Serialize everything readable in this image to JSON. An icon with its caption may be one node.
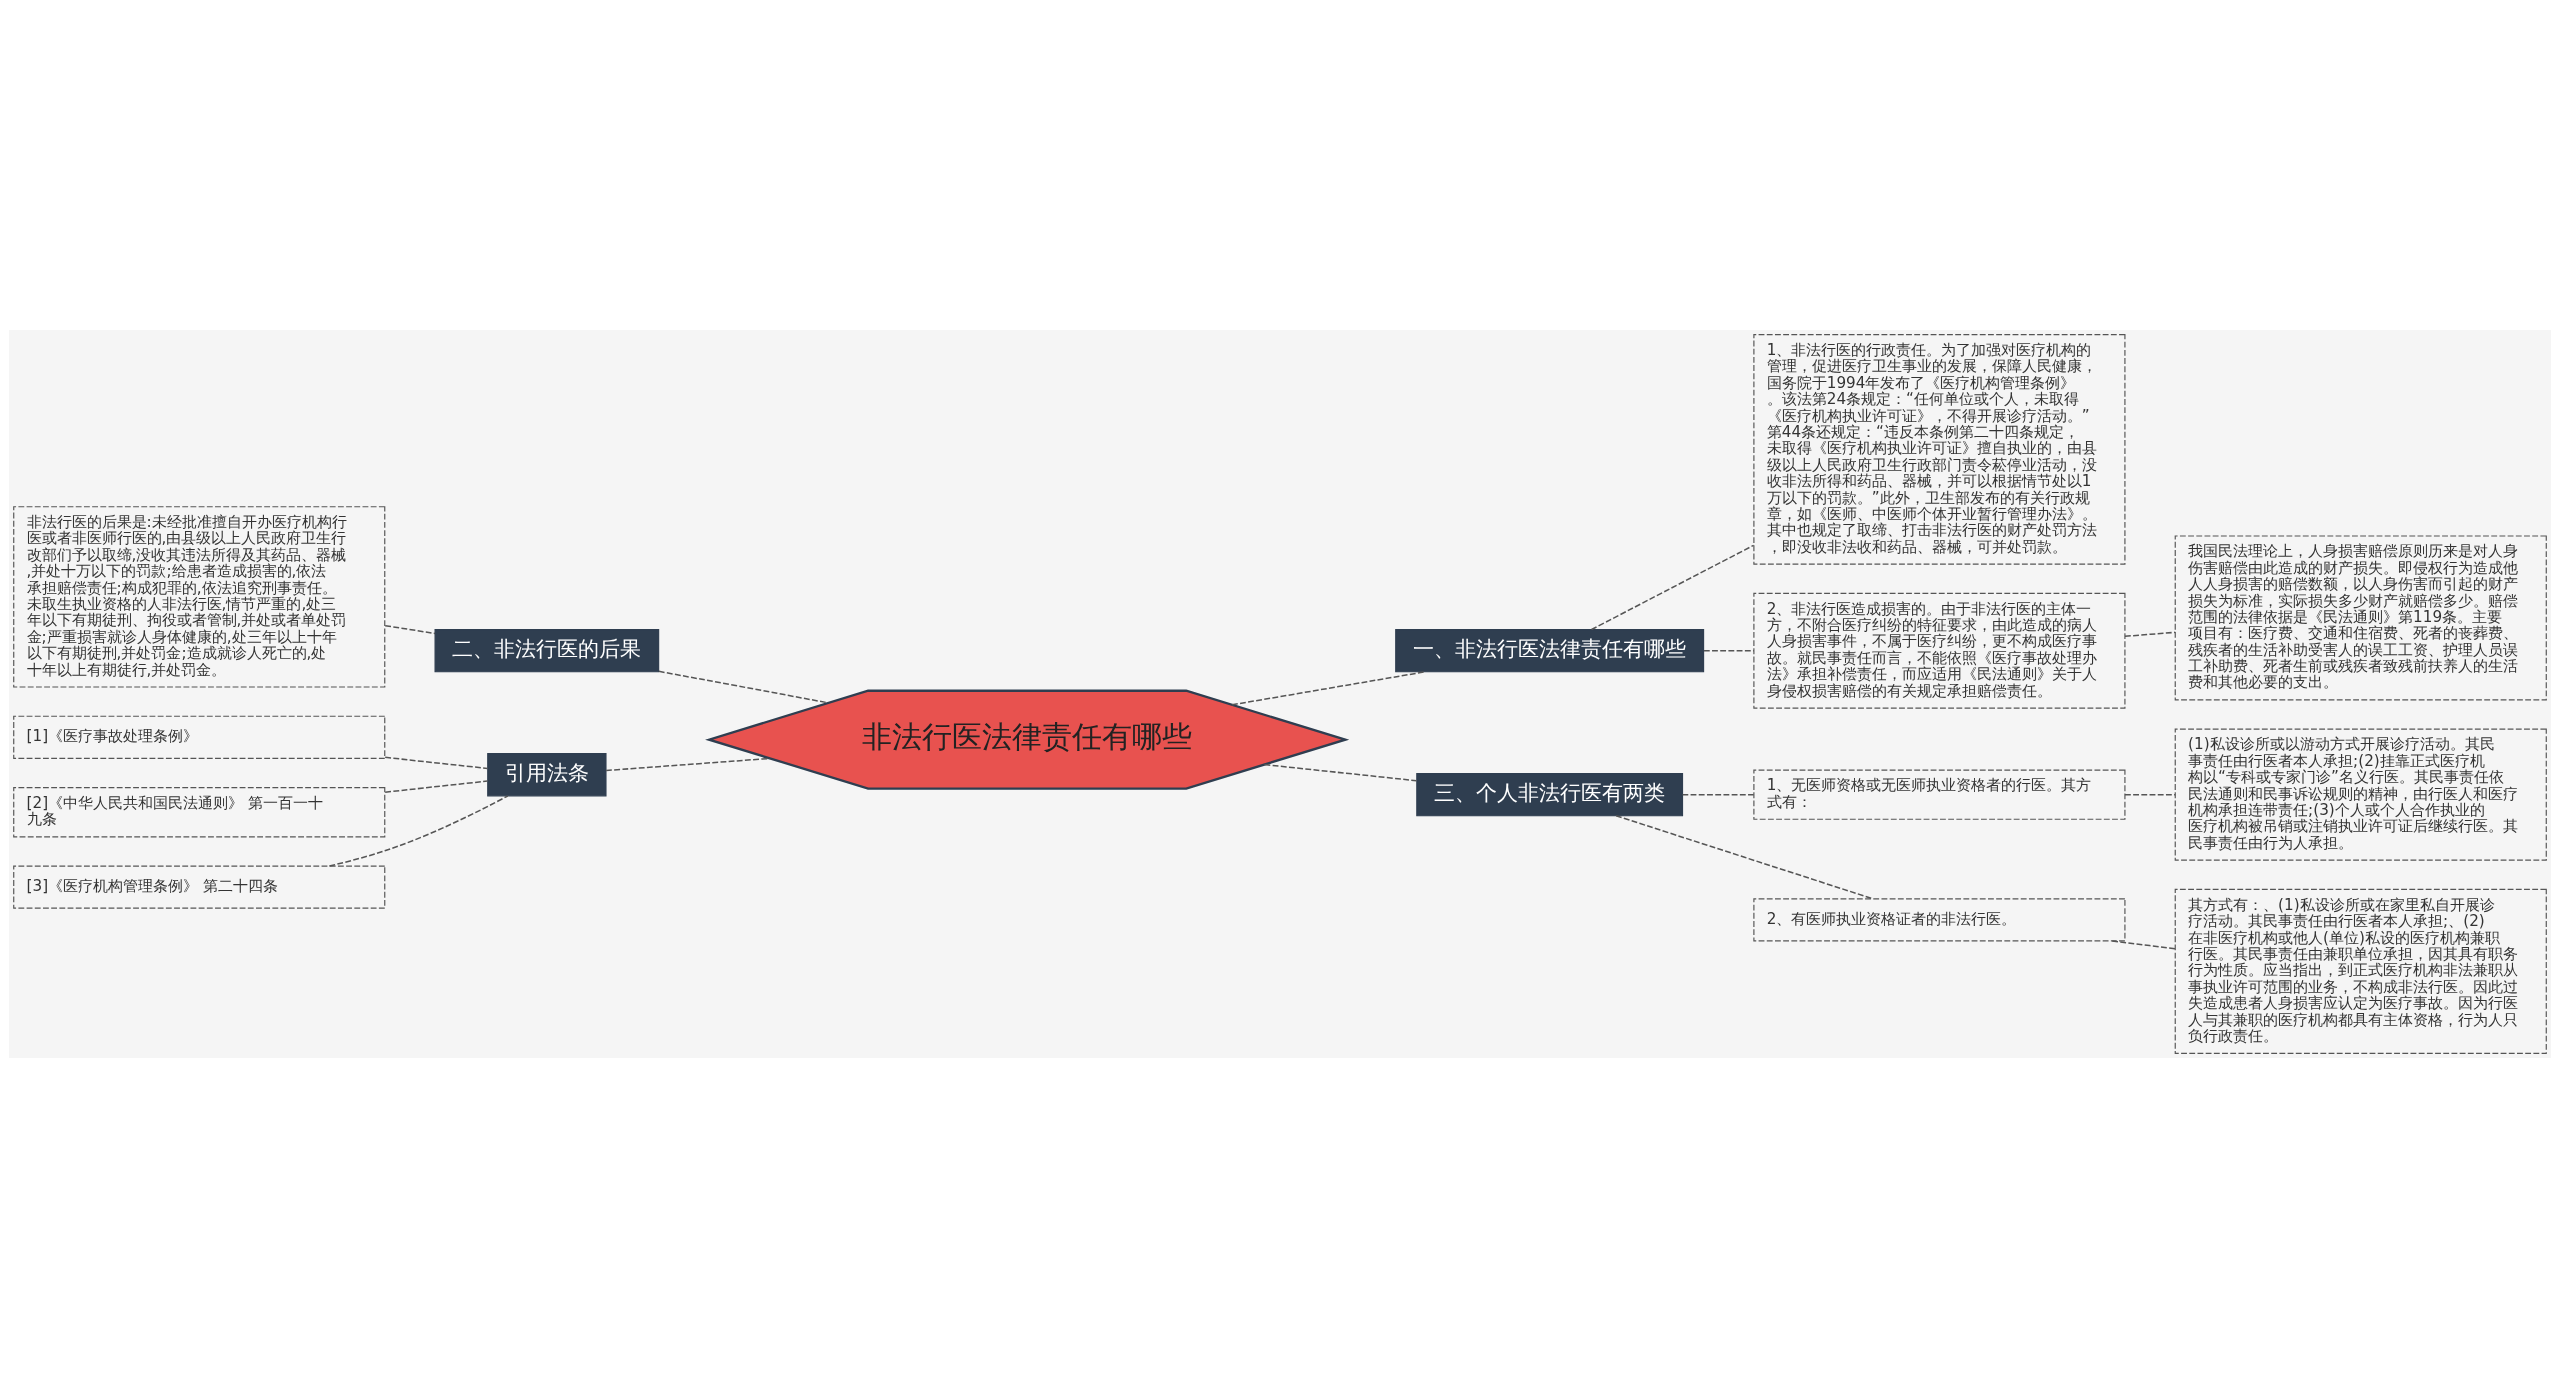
{
  "diagram": {
    "nodes": [
      {
        "text": [
          "非法行医法律责任有哪些"
        ]
      },
      {
        "text": [
          "一、非法行医法律责任有哪些"
        ]
      },
      {
        "text": [
          "1、非法行医的行政责任。为了加强对医疗机构的管理，促进医疗卫生事业的发展，保障人民健康，国务院于1994年发布了《医疗机构管理条例》。该法第24条规定：“任何单位或个人，未取得《医疗机构执业许可证》，不得开展诊疗活动。”第44条还规定：“违反本条例第二十四条规定，未取得《医疗机构执业许可证》擅自执业的，由县级以上人民政府卫生行政部门责令菘停业活动，没收非法所得和药品、器械，并可以根据情节处以1万以下的罚款。”此外，卫生部发布的有关行政规章，如《医师、中医师个体开业暂行管理办法》。其中也规定了取缔、打击非法行医的财产处罚方法，即没收非法收和药品、器械，可并处罚款。"
        ]
      },
      {
        "text": [
          "2、非法行医造成损害的。由于非法行医的主体一方，不附合医疗纠纷的特征要求，由此造成的病人人身损害事件，不属于医疗纠纷，更不构成医疗事故。就民事责任而言，不能依照《医疗事故处理办法》承担补偿责任，而应适用《民法通则》关于人身侵权损害赔偿的有关规定承担赔偿责任。"
        ]
      },
      {
        "text": [
          "我国民法理论上，人身损害赔偿原则历来是对人身伤害赔偿由此造成的财产损失。即侵权行为造成他人人身损害的赔偿数额，以人身伤害而引起的财产损失为标准，实际损失多少财产就赔偿多少。赔偿范围的法律依据是《民法通则》第119条。主要项目有：医疗费、交通和住宿费、死者的丧葬费、残疾者的生活补助受害人的误工工资、护理人员误工补助费、死者生前或残疾者致残前扶养人的生活费和其他必要的支出。"
        ]
      },
      {
        "text": [
          "二、非法行医的后果"
        ]
      },
      {
        "text": [
          "非法行医的后果是:未经批准擅自开办医疗机构行医或者非医师行医的,由县级以上人民政府卫生行改部们予以取缔,没收其违法所得及其药品、器械,并处十万以下的罚款;给患者造成损害的,依法承担赔偿责任;构成犯罪的,依法追究刑事责任。未取生执业资格的人非法行医,情节严重的,处三年以下有期徒刑、拘役或者管制,并处或者单处罚金;严重损害就诊人身体健康的,处三年以上十年以下有期徒刑,并处罚金;造成就诊人死亡的,处十年以上有期徒行,并处罚金。"
        ]
      },
      {
        "text": [
          "引用法条"
        ]
      },
      {
        "text": [
          "[1]《医疗事故处理条例》"
        ]
      },
      {
        "text": [
          "[2]《中华人民共和国民法通则》 第一百一十九条"
        ]
      },
      {
        "text": [
          "[3]《医疗机构管理条例》 第二十四条"
        ]
      },
      {
        "text": [
          "三、个人非法行医有两类"
        ]
      },
      {
        "text": [
          "1、无医师资格或无医师执业资格者的行医。其方式有："
        ]
      },
      {
        "text": [
          "(1)私设诊所或以游动方式开展诊疗活动。其民事责任由行医者本人承担;(2)挂靠正式医疗机构以“专科或专家门诊”名义行医。其民事责任依民法通则和民事诉讼规则的精神，由行医人和医疗机构承担连带责任;(3)个人或个人合作执业的医疗机构被吊销或注销执业许可证后继续行医。其民事责任由行为人承担。"
        ]
      },
      {
        "text": [
          "2、有医师执业资格证者的非法行医。"
        ]
      },
      {
        "text": [
          "其方式有：、(1)私设诊所或在家里私自开展诊疗活动。其民事责任由行医者本人承担;、(2)在非医疗机构或他人(单位)私设的医疗机构兼职行医。其民事责任由兼职单位承担，因其具有职务行为性质。应当指出，到正式医疗机构非法兼职从事执业许可范围的业务，不构成非法行医。因此过失造成患者人身损害应认定为医疗事故。因为行医人与其兼职的医疗机构都具有主体资格，行为人只负行政责任。"
        ]
      }
    ],
    "edges": [
      {
        "from": 0,
        "to": 1,
        "arrow": "none",
        "style": "dashed"
      },
      {
        "from": 1,
        "to": 2,
        "arrow": "none",
        "style": "dashed"
      },
      {
        "from": 1,
        "to": 3,
        "arrow": "none",
        "style": "dashed"
      },
      {
        "from": 3,
        "to": 4,
        "arrow": "none",
        "style": "dashed"
      },
      {
        "from": 6,
        "to": 5,
        "arrow": "none",
        "style": "dashed"
      },
      {
        "from": 5,
        "to": 0,
        "arrow": "none",
        "style": "dashed"
      },
      {
        "from": 8,
        "to": 7,
        "arrow": "none",
        "style": "dashed"
      },
      {
        "from": 9,
        "to": 7,
        "arrow": "none",
        "style": "dashed"
      },
      {
        "from": 10,
        "to": 7,
        "arrow": "none",
        "style": "dashed"
      },
      {
        "from": 7,
        "to": 0,
        "arrow": "none",
        "style": "dashed"
      },
      {
        "from": 0,
        "to": 11,
        "arrow": "none",
        "style": "dashed"
      },
      {
        "from": 11,
        "to": 12,
        "arrow": "none",
        "style": "dashed"
      },
      {
        "from": 12,
        "to": 13,
        "arrow": "none",
        "style": "dashed"
      },
      {
        "from": 11,
        "to": 14,
        "arrow": "none",
        "style": "dashed"
      },
      {
        "from": 14,
        "to": 15,
        "arrow": "none",
        "style": "dashed"
      }
    ]
  }
}
